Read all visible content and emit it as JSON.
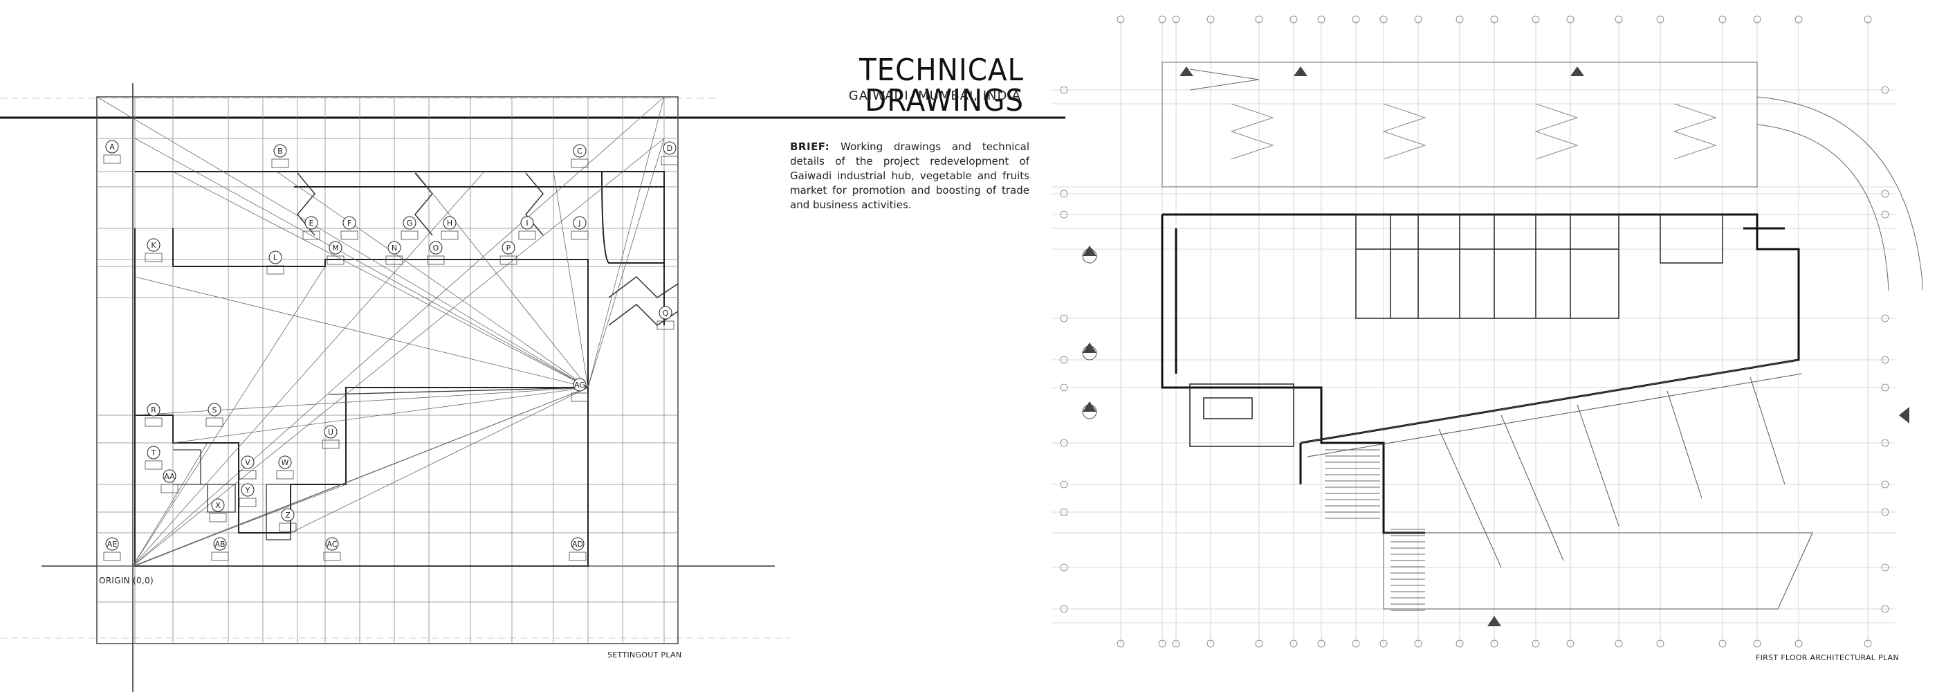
{
  "header": {
    "title": "TECHNICAL DRAWINGS",
    "subtitle": "GAIWADI, MUMBAI, INDIA"
  },
  "brief": {
    "label": "BRIEF:",
    "text": "Working drawings and technical details of the project redevelopment of Gaiwadi industrial hub, vegetable and fruits market for promotion and boosting of trade and business activities."
  },
  "setting_out_plan": {
    "caption": "SETTINGOUT PLAN",
    "origin_label": "ORIGIN (0,0)",
    "points": [
      "A",
      "B",
      "C",
      "D",
      "E",
      "F",
      "G",
      "H",
      "I",
      "J",
      "K",
      "L",
      "M",
      "N",
      "O",
      "P",
      "Q",
      "R",
      "S",
      "T",
      "U",
      "V",
      "W",
      "X",
      "Y",
      "Z",
      "AA",
      "AB",
      "AC",
      "AD",
      "AE",
      "AG"
    ]
  },
  "first_floor_plan": {
    "caption": "FIRST FLOOR ARCHITECTURAL PLAN"
  },
  "colors": {
    "line": "#555555",
    "heavy_line": "#111111",
    "light_line": "#bbbbbb"
  }
}
